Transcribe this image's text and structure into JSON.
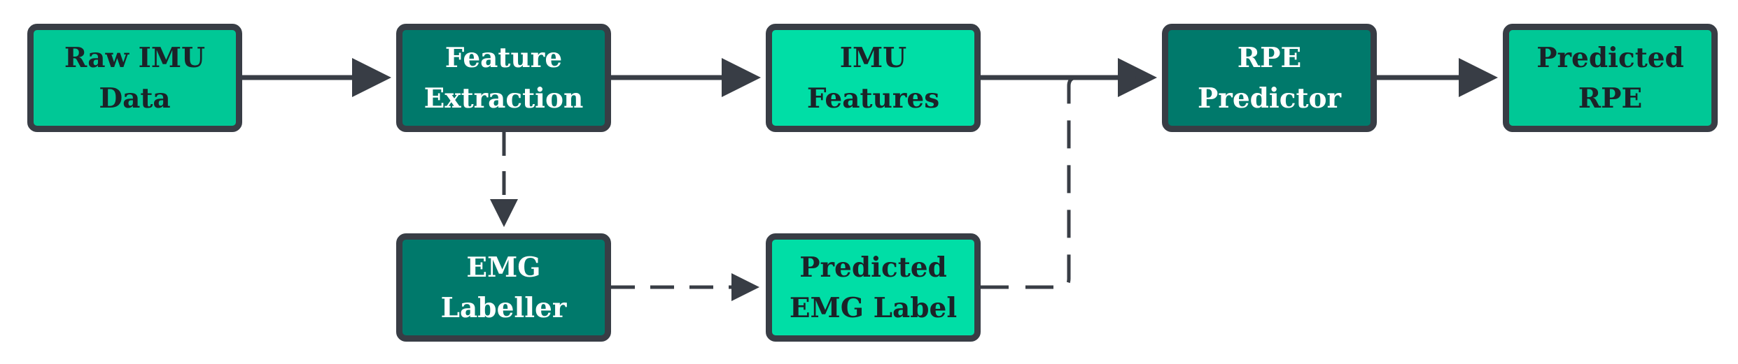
{
  "nodes": {
    "raw_imu": "Raw IMU\nData",
    "feature_extraction": "Feature\nExtraction",
    "imu_features": "IMU\nFeatures",
    "rpe_predictor": "RPE\nPredictor",
    "predicted_rpe": "Predicted\nRPE",
    "emg_labeller": "EMG\nLabeller",
    "predicted_emg_label": "Predicted\nEMG Label"
  },
  "colors": {
    "dark_node": "#00796b",
    "mid_node": "#00c896",
    "light_node": "#00dea6",
    "border_and_arrows": "#383d45"
  }
}
